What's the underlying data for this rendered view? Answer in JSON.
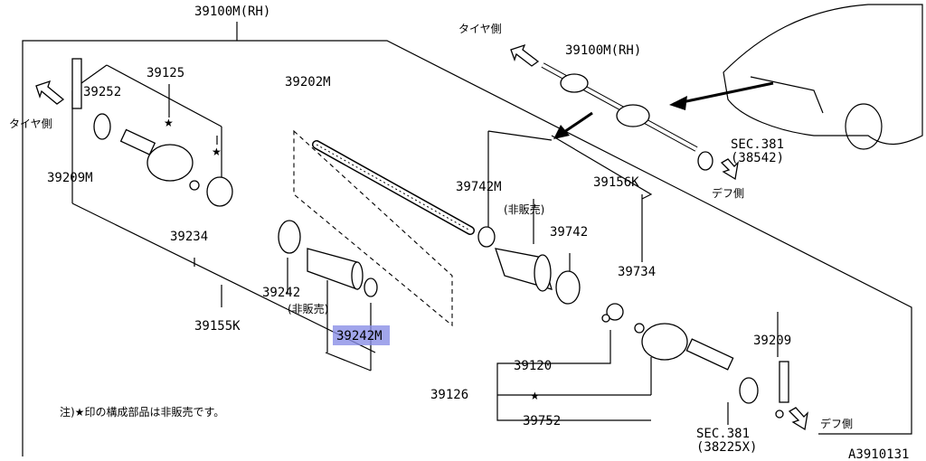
{
  "labels": {
    "assembly_rh": "39100M(RH)",
    "assembly_rh_small": "39100M(RH)",
    "p39125": "39125",
    "p39252": "39252",
    "p39209M": "39209M",
    "p39234": "39234",
    "p39202M": "39202M",
    "p39242": "39242",
    "p39242M": "39242M",
    "p39155K": "39155K",
    "p39742M": "39742M",
    "p39742": "39742",
    "p39156K": "39156K",
    "p39734": "39734",
    "p39209": "39209",
    "p39120": "39120",
    "p39126": "39126",
    "p39752": "39752",
    "sec381_a": "SEC.381",
    "sec381_a_ref": "(38542)",
    "sec381_b": "SEC.381",
    "sec381_b_ref": "(38225X)",
    "not_sold_1": "(非販売)",
    "not_sold_2": "(非販売)",
    "tire_side_1": "タイヤ側",
    "tire_side_2": "タイヤ側",
    "diff_side_1": "デフ側",
    "diff_side_2": "デフ側",
    "note": "注)★印の構成部品は非販売です。",
    "drawing_id": "A3910131",
    "star": "★"
  },
  "highlight": {
    "part": "39242M",
    "color": "#8a8fe6"
  }
}
